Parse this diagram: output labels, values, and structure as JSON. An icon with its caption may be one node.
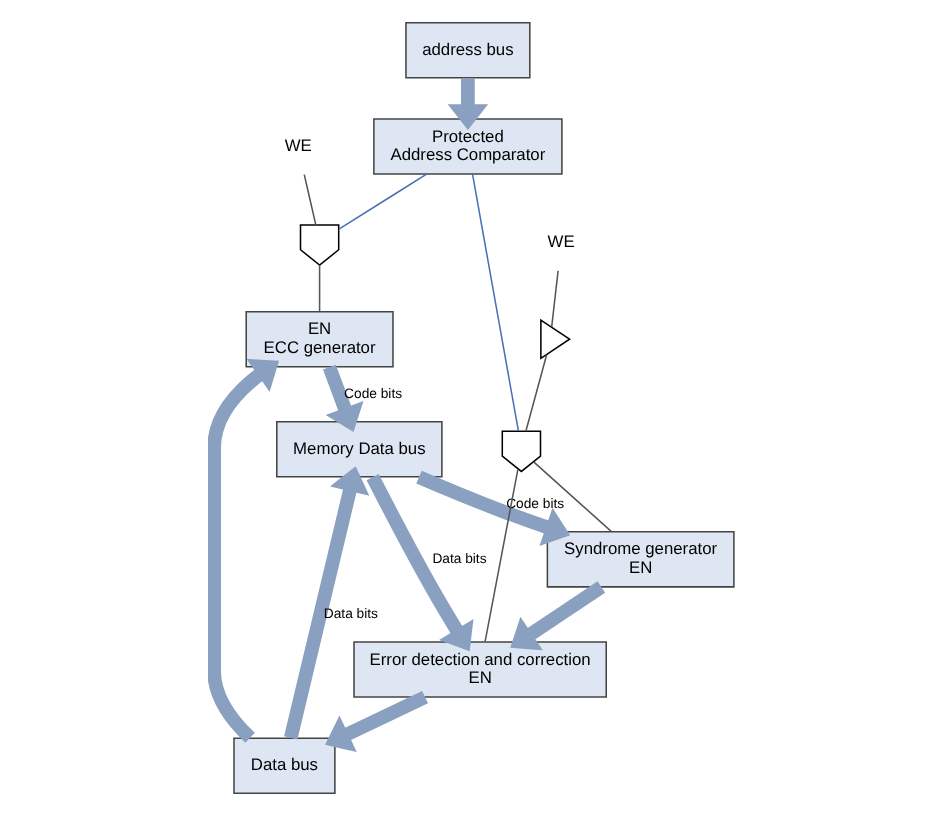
{
  "diagram": {
    "nodes": [
      {
        "text": [
          "address bus"
        ]
      },
      {
        "text": [
          "Data bus"
        ]
      },
      {
        "text": [
          "Protected",
          "Address Comparator"
        ]
      },
      {
        "text": [],
        "shape": "gate"
      },
      {
        "text": [
          "WE"
        ]
      },
      {
        "text": [
          "EN",
          "ECC generator"
        ]
      },
      {
        "text": [
          "Memory Data bus"
        ]
      },
      {
        "text": [
          "Error detection and correction",
          "EN"
        ]
      },
      {
        "text": [
          "Syndrome generator",
          "EN"
        ]
      },
      {
        "text": [],
        "shape": "gate"
      },
      {
        "text": [],
        "shape": "triangle"
      },
      {
        "text": [
          "WE"
        ]
      }
    ],
    "edges": [
      {
        "from": 0,
        "to": 2,
        "arrow": "to",
        "style": "thick"
      },
      {
        "from": 1,
        "to": 5,
        "arrow": "to",
        "style": "thick"
      },
      {
        "from": 5,
        "to": 6,
        "arrow": "to",
        "label": "Code bits",
        "style": "thick"
      },
      {
        "from": 1,
        "to": 6,
        "arrow": "to",
        "label": "Data bits",
        "style": "thick"
      },
      {
        "from": 6,
        "to": 7,
        "arrow": "to",
        "label": "Data bits",
        "style": "thick"
      },
      {
        "from": 6,
        "to": 8,
        "arrow": "to",
        "label": "Code bits",
        "style": "thick"
      },
      {
        "from": 8,
        "to": 7,
        "arrow": "to",
        "style": "thick"
      },
      {
        "from": 7,
        "to": 1,
        "arrow": "to",
        "style": "thick"
      },
      {
        "from": 2,
        "to": 3,
        "arrow": "none",
        "color": "#4a6fb5"
      },
      {
        "from": 4,
        "to": 3,
        "arrow": "none",
        "color": "#555555"
      },
      {
        "from": 3,
        "to": 5,
        "arrow": "none",
        "color": "#555555"
      },
      {
        "from": 2,
        "to": 9,
        "arrow": "none",
        "color": "#4a6fb5"
      },
      {
        "from": 11,
        "to": 10,
        "arrow": "none",
        "color": "#555555"
      },
      {
        "from": 10,
        "to": 9,
        "arrow": "none",
        "color": "#555555"
      },
      {
        "from": 9,
        "to": 8,
        "arrow": "none",
        "color": "#555555"
      },
      {
        "from": 9,
        "to": 7,
        "arrow": "none",
        "color": "#555555"
      }
    ]
  }
}
